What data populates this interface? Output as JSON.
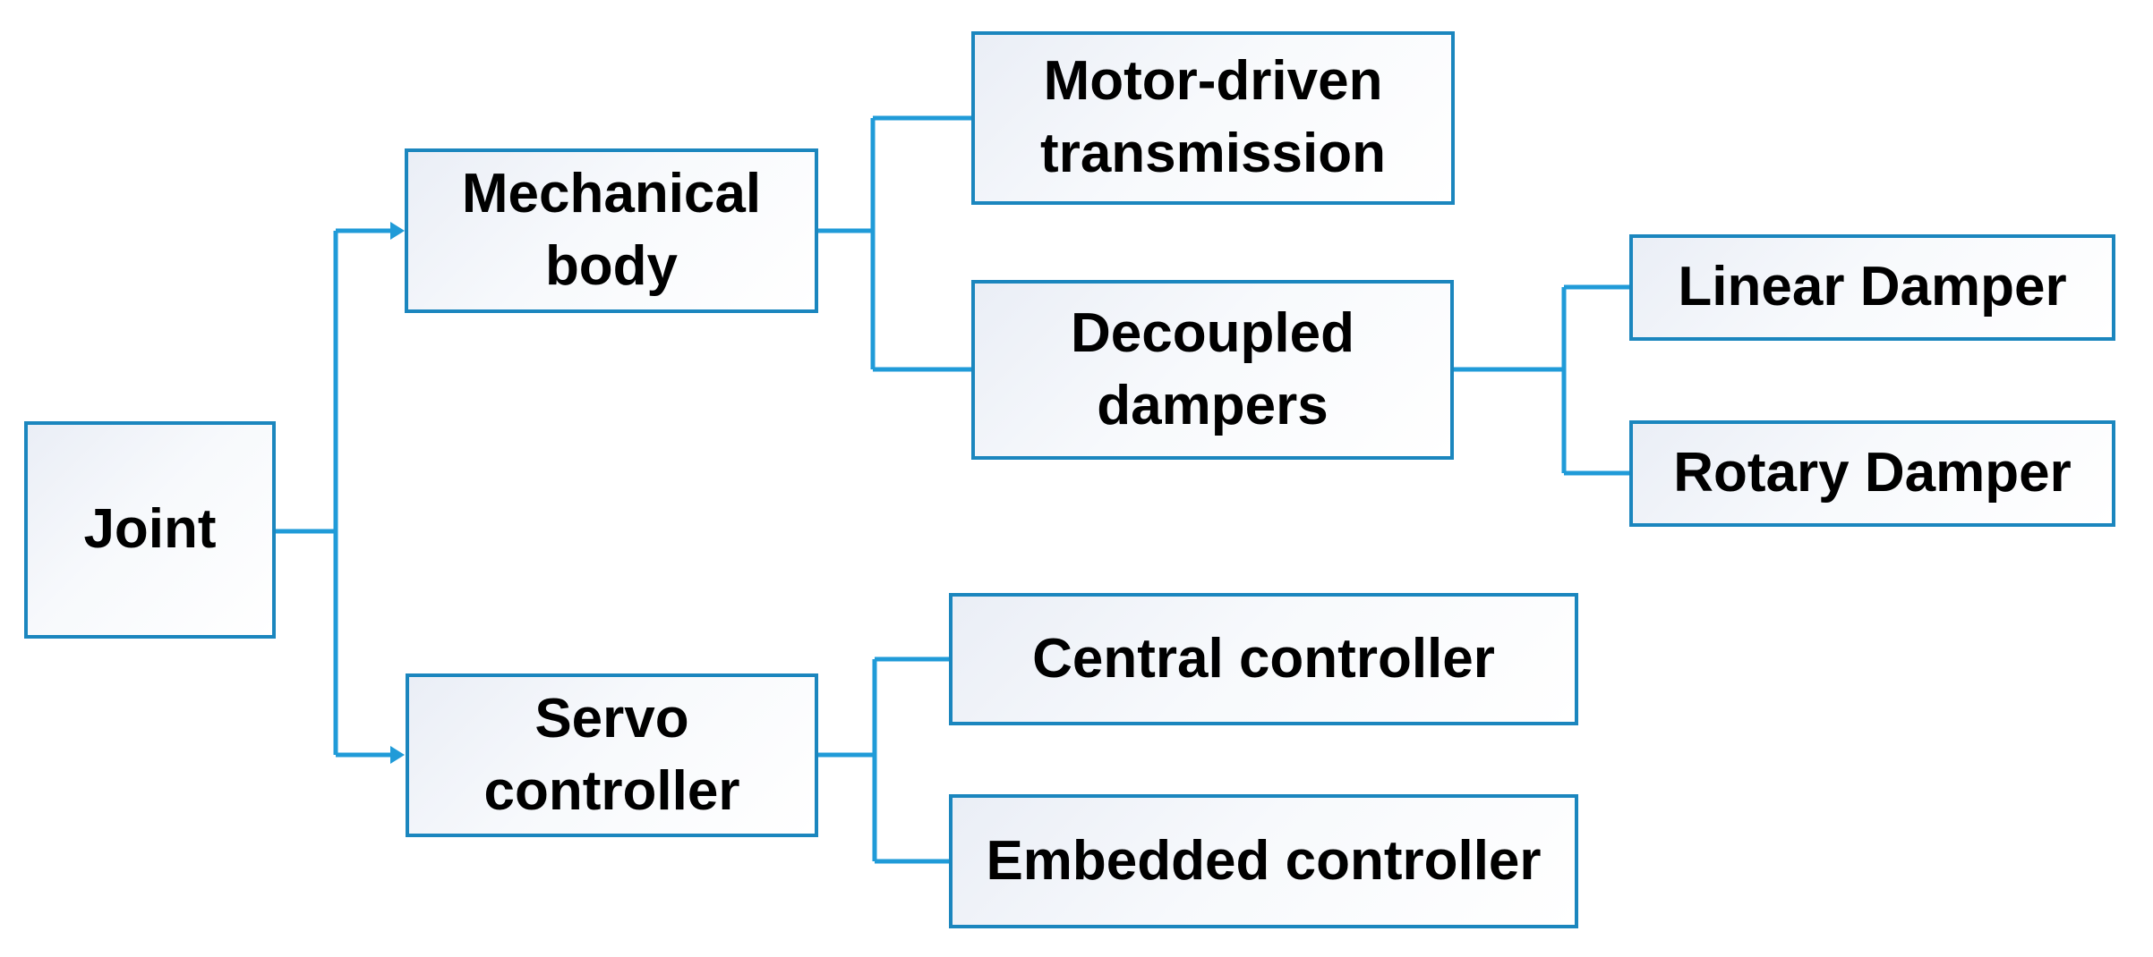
{
  "diagram": {
    "type": "hierarchy",
    "root_label": "Joint",
    "colors": {
      "box_border": "#1b86be",
      "connector": "#209bd8",
      "box_fill_start": "#eaeef6",
      "box_fill_end": "#ffffff",
      "text": "#000000",
      "background": "#ffffff"
    },
    "nodes": [
      {
        "id": "joint",
        "label": "Joint",
        "level": 0
      },
      {
        "id": "mechanical-body",
        "label": "Mechanical body",
        "level": 1
      },
      {
        "id": "motor-driven-transmission",
        "label": "Motor-driven transmission",
        "level": 2
      },
      {
        "id": "decoupled-dampers",
        "label": "Decoupled dampers",
        "level": 2
      },
      {
        "id": "linear-damper",
        "label": "Linear Damper",
        "level": 3
      },
      {
        "id": "rotary-damper",
        "label": "Rotary Damper",
        "level": 3
      },
      {
        "id": "servo-controller",
        "label": "Servo controller",
        "level": 1
      },
      {
        "id": "central-controller",
        "label": "Central controller",
        "level": 2
      },
      {
        "id": "embedded-controller",
        "label": "Embedded controller",
        "level": 2
      }
    ],
    "edges": [
      {
        "from": "joint",
        "to": "mechanical-body",
        "arrow": true
      },
      {
        "from": "joint",
        "to": "servo-controller",
        "arrow": true
      },
      {
        "from": "mechanical-body",
        "to": "motor-driven-transmission",
        "arrow": false
      },
      {
        "from": "mechanical-body",
        "to": "decoupled-dampers",
        "arrow": false
      },
      {
        "from": "decoupled-dampers",
        "to": "linear-damper",
        "arrow": false
      },
      {
        "from": "decoupled-dampers",
        "to": "rotary-damper",
        "arrow": false
      },
      {
        "from": "servo-controller",
        "to": "central-controller",
        "arrow": false
      },
      {
        "from": "servo-controller",
        "to": "embedded-controller",
        "arrow": false
      }
    ]
  }
}
